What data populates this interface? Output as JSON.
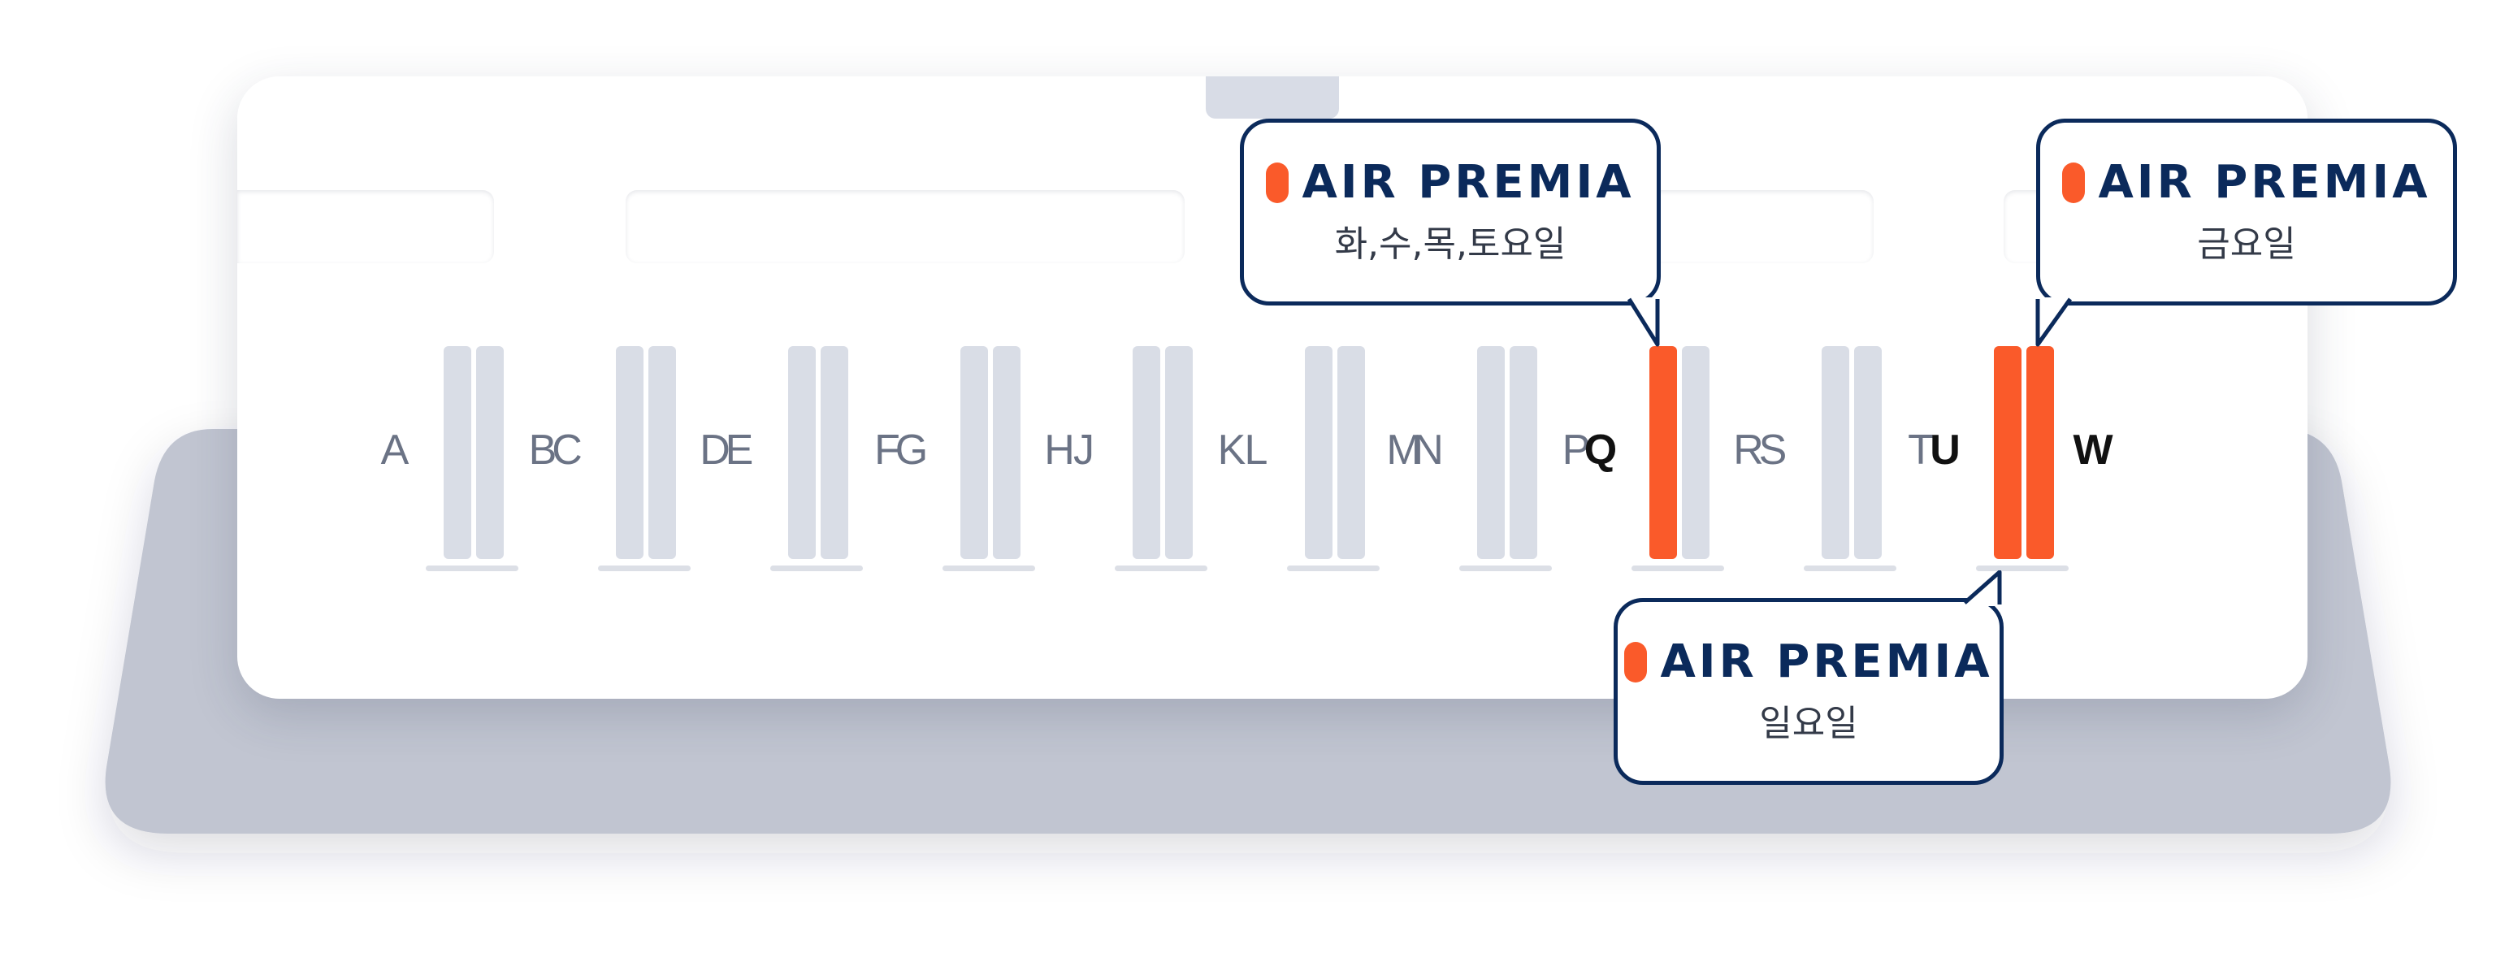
{
  "seat_map": {
    "letters": [
      "A",
      "B",
      "C",
      "D",
      "E",
      "F",
      "G",
      "H",
      "J",
      "K",
      "L",
      "M",
      "N",
      "P",
      "Q",
      "R",
      "S",
      "T",
      "U",
      "W"
    ],
    "active_letters": [
      "Q",
      "U",
      "W"
    ],
    "counters": [
      {
        "left_active": false,
        "right_active": false
      },
      {
        "left_active": false,
        "right_active": false
      },
      {
        "left_active": false,
        "right_active": false
      },
      {
        "left_active": false,
        "right_active": false
      },
      {
        "left_active": false,
        "right_active": false
      },
      {
        "left_active": false,
        "right_active": false
      },
      {
        "left_active": false,
        "right_active": false
      },
      {
        "left_active": true,
        "right_active": false
      },
      {
        "left_active": false,
        "right_active": false
      },
      {
        "left_active": true,
        "right_active": true
      }
    ]
  },
  "callouts": [
    {
      "brand": "AIR PREMIA",
      "days": "화,수,목,토요일"
    },
    {
      "brand": "AIR PREMIA",
      "days": "금요일"
    },
    {
      "brand": "AIR PREMIA",
      "days": "일요일"
    }
  ],
  "colors": {
    "accent": "#fa5a2a",
    "brand_navy": "#0b2a5b",
    "inactive_bar": "#d9dde6",
    "platform": "#c1c5d1",
    "text_gray": "#6b7385"
  }
}
